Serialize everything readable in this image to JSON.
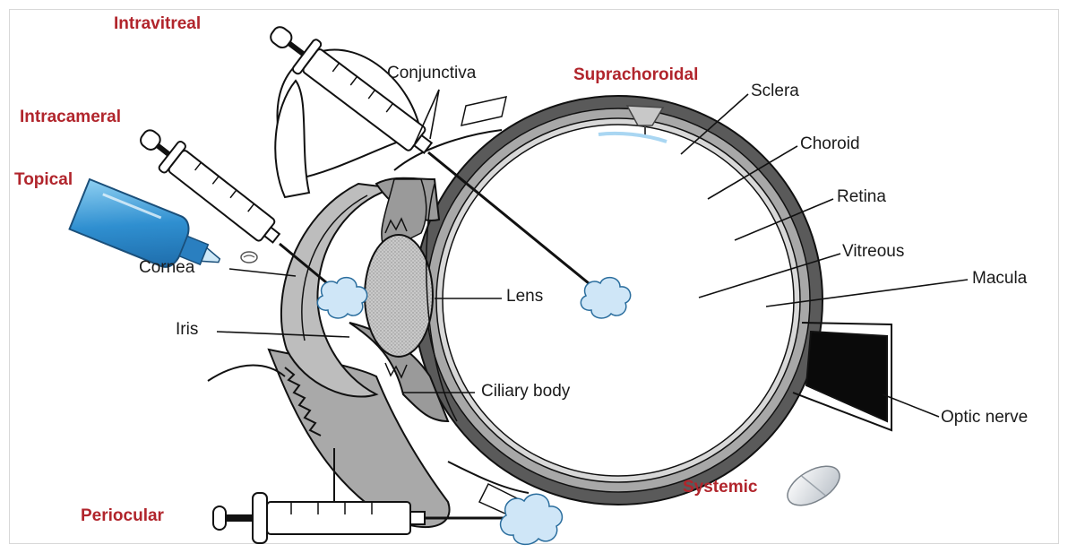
{
  "routes": {
    "intravitreal": "Intravitreal",
    "intracameral": "Intracameral",
    "topical": "Topical",
    "suprachoroidal": "Suprachoroidal",
    "systemic": "Systemic",
    "periocular": "Periocular"
  },
  "anatomy": {
    "conjunctiva": "Conjunctiva",
    "sclera": "Sclera",
    "choroid": "Choroid",
    "retina": "Retina",
    "vitreous": "Vitreous",
    "macula": "Macula",
    "cornea": "Cornea",
    "lens": "Lens",
    "iris": "Iris",
    "ciliary_body": "Ciliary body",
    "optic_nerve": "Optic nerve"
  },
  "colors": {
    "route_label": "#b1252c",
    "sclera": "#5a5a5a",
    "choroid": "#a8a8a8",
    "outline": "#111111",
    "drug_depot": "#cfe6f7",
    "eye_drop_bottle": "#3c9ad6"
  }
}
